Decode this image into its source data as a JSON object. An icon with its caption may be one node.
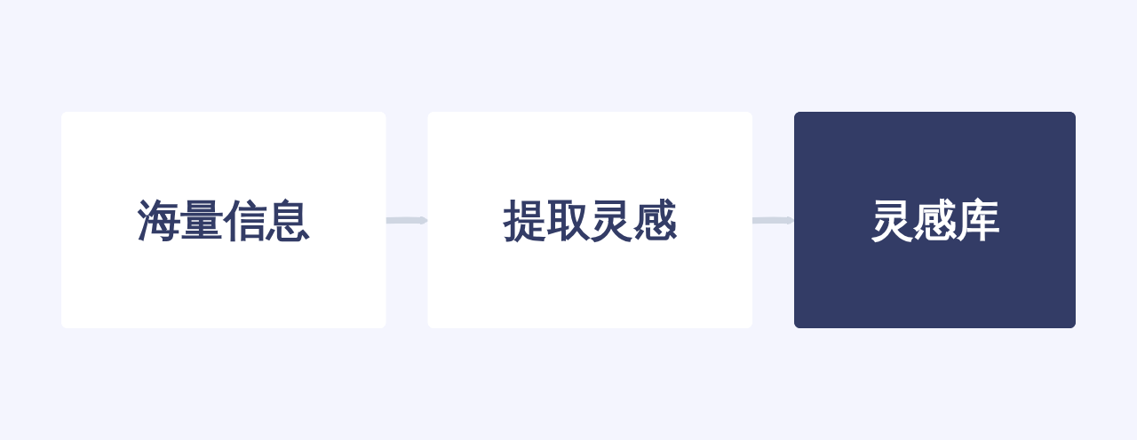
{
  "diagram": {
    "nodes": [
      {
        "text": [
          "海量信息"
        ]
      },
      {
        "text": [
          "提取灵感"
        ]
      },
      {
        "text": [
          "灵感库"
        ]
      }
    ],
    "edges": [
      {
        "from": 0,
        "to": 1,
        "arrow": "to"
      },
      {
        "from": 1,
        "to": 2,
        "arrow": "to"
      }
    ]
  }
}
